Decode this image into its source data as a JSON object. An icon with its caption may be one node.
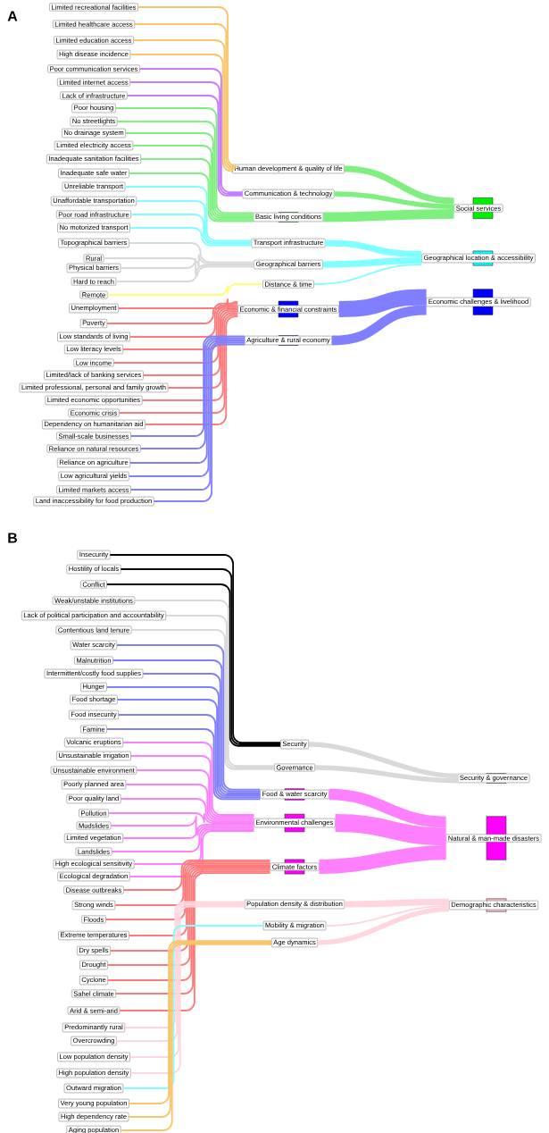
{
  "diagram": {
    "nodes": [
      {
        "text": [
          "Limited recreational facilities"
        ]
      },
      {
        "text": [
          "Limited healthcare access"
        ]
      },
      {
        "text": [
          "Limited education access"
        ]
      },
      {
        "text": [
          "High disease incidence"
        ]
      },
      {
        "text": [
          "Poor communication services"
        ]
      },
      {
        "text": [
          "Limited internet access"
        ]
      },
      {
        "text": [
          "Lack of infrastructure"
        ]
      },
      {
        "text": [
          "Poor housing"
        ]
      },
      {
        "text": [
          "No streetlights"
        ]
      },
      {
        "text": [
          "No drainage system"
        ]
      },
      {
        "text": [
          "Limited electricity access"
        ]
      },
      {
        "text": [
          "Inadequate sanitation facilities"
        ]
      },
      {
        "text": [
          "Inadequate safe water"
        ]
      },
      {
        "text": [
          "Unreliable transport"
        ]
      },
      {
        "text": [
          "Unaffordable transportation"
        ]
      },
      {
        "text": [
          "Poor road infrastructure"
        ]
      },
      {
        "text": [
          "No motorized transport"
        ]
      },
      {
        "text": [
          "Topographical barriers"
        ]
      },
      {
        "text": [
          "Rural"
        ]
      },
      {
        "text": [
          "Physical barriers"
        ]
      },
      {
        "text": [
          "Hard to reach"
        ]
      },
      {
        "text": [
          "Remote"
        ]
      },
      {
        "text": [
          "Unemployment"
        ]
      },
      {
        "text": [
          "Poverty"
        ]
      },
      {
        "text": [
          "Low standards of living"
        ]
      },
      {
        "text": [
          "Low literacy levels"
        ]
      },
      {
        "text": [
          "Low income"
        ]
      },
      {
        "text": [
          "Limited/lack of banking services"
        ]
      },
      {
        "text": [
          "Limited professional, personal and family growth"
        ]
      },
      {
        "text": [
          "Limited economic opportunities"
        ]
      },
      {
        "text": [
          "Economic crisis"
        ]
      },
      {
        "text": [
          "Dependency on humanitarian aid"
        ]
      },
      {
        "text": [
          "Small-scale businesses"
        ]
      },
      {
        "text": [
          "Reliance on natural resources"
        ]
      },
      {
        "text": [
          "Reliance on agriculture"
        ]
      },
      {
        "text": [
          "Low agricultural yields"
        ]
      },
      {
        "text": [
          "Limited markets access"
        ]
      },
      {
        "text": [
          "Land inaccessibility for food production"
        ]
      },
      {
        "text": [
          "Human development & quality of life"
        ]
      },
      {
        "text": [
          "Communication & technology"
        ]
      },
      {
        "text": [
          "Basic living conditions"
        ]
      },
      {
        "text": [
          "Transport infrastructure"
        ]
      },
      {
        "text": [
          "Geographical barriers"
        ]
      },
      {
        "text": [
          "Distance & time"
        ]
      },
      {
        "text": [
          "Economic & financial constraints"
        ]
      },
      {
        "text": [
          "Agriculture & rural economy"
        ]
      },
      {
        "text": [
          "Social services"
        ]
      },
      {
        "text": [
          "Geographical location & accessibility"
        ]
      },
      {
        "text": [
          "Economic challenges & livelihood"
        ]
      },
      {
        "text": [
          "Insecurity"
        ]
      },
      {
        "text": [
          "Hostility of locals"
        ]
      },
      {
        "text": [
          "Conflict"
        ]
      },
      {
        "text": [
          "Weak/unstable institutions"
        ]
      },
      {
        "text": [
          "Lack of political participation and accountability"
        ]
      },
      {
        "text": [
          "Contentious land tenure"
        ]
      },
      {
        "text": [
          "Water scarcity"
        ]
      },
      {
        "text": [
          "Malnutrition"
        ]
      },
      {
        "text": [
          "Intermittent/costly food supplies"
        ]
      },
      {
        "text": [
          "Hunger"
        ]
      },
      {
        "text": [
          "Food shortage"
        ]
      },
      {
        "text": [
          "Food insecurity"
        ]
      },
      {
        "text": [
          "Famine"
        ]
      },
      {
        "text": [
          "Volcanic eruptions"
        ]
      },
      {
        "text": [
          "Unsustainable irrigation"
        ]
      },
      {
        "text": [
          "Unsustainable environment"
        ]
      },
      {
        "text": [
          "Poorly planned area"
        ]
      },
      {
        "text": [
          "Poor quality land"
        ]
      },
      {
        "text": [
          "Pollution"
        ]
      },
      {
        "text": [
          "Mudslides"
        ]
      },
      {
        "text": [
          "Limited vegetation"
        ]
      },
      {
        "text": [
          "Landslides"
        ]
      },
      {
        "text": [
          "High ecological sensitivity"
        ]
      },
      {
        "text": [
          "Ecological degradation"
        ]
      },
      {
        "text": [
          "Disease outbreaks"
        ]
      },
      {
        "text": [
          "Strong winds"
        ]
      },
      {
        "text": [
          "Floods"
        ]
      },
      {
        "text": [
          "Extreme temperatures"
        ]
      },
      {
        "text": [
          "Dry spells"
        ]
      },
      {
        "text": [
          "Drought"
        ]
      },
      {
        "text": [
          "Cyclone"
        ]
      },
      {
        "text": [
          "Sahel climate"
        ]
      },
      {
        "text": [
          "Arid & semi-arid"
        ]
      },
      {
        "text": [
          "Predominantly rural"
        ]
      },
      {
        "text": [
          "Overcrowding"
        ]
      },
      {
        "text": [
          "Low population density"
        ]
      },
      {
        "text": [
          "High population density"
        ]
      },
      {
        "text": [
          "Outward migration"
        ]
      },
      {
        "text": [
          "Very young population"
        ]
      },
      {
        "text": [
          "High dependency rate"
        ]
      },
      {
        "text": [
          "Aging population"
        ]
      },
      {
        "text": [
          "Security"
        ]
      },
      {
        "text": [
          "Governance"
        ]
      },
      {
        "text": [
          "Food & water scarcity"
        ]
      },
      {
        "text": [
          "Environmental challenges"
        ]
      },
      {
        "text": [
          "Climate factors"
        ]
      },
      {
        "text": [
          "Population density & distribution"
        ]
      },
      {
        "text": [
          "Mobility & migration"
        ]
      },
      {
        "text": [
          "Age dynamics"
        ]
      },
      {
        "text": [
          "Security & governance"
        ]
      },
      {
        "text": [
          "Natural & man-made disasters"
        ]
      },
      {
        "text": [
          "Demographic characteristics"
        ]
      }
    ],
    "edges": [
      {
        "from": 0,
        "to": 38,
        "arrow": "none",
        "color": "#f9c46a"
      },
      {
        "from": 1,
        "to": 38,
        "arrow": "none",
        "color": "#f9c46a"
      },
      {
        "from": 2,
        "to": 38,
        "arrow": "none",
        "color": "#f9c46a"
      },
      {
        "from": 3,
        "to": 38,
        "arrow": "none",
        "color": "#f9c46a"
      },
      {
        "from": 4,
        "to": 39,
        "arrow": "none",
        "color": "#c77dff"
      },
      {
        "from": 5,
        "to": 39,
        "arrow": "none",
        "color": "#c77dff"
      },
      {
        "from": 6,
        "to": 39,
        "arrow": "none",
        "color": "#c77dff"
      },
      {
        "from": 7,
        "to": 40,
        "arrow": "none",
        "color": "#7fef7f"
      },
      {
        "from": 8,
        "to": 40,
        "arrow": "none",
        "color": "#7fef7f"
      },
      {
        "from": 9,
        "to": 40,
        "arrow": "none",
        "color": "#7fef7f"
      },
      {
        "from": 10,
        "to": 40,
        "arrow": "none",
        "color": "#7fef7f"
      },
      {
        "from": 11,
        "to": 40,
        "arrow": "none",
        "color": "#7fef7f"
      },
      {
        "from": 12,
        "to": 40,
        "arrow": "none",
        "color": "#7fef7f"
      },
      {
        "from": 13,
        "to": 41,
        "arrow": "none",
        "color": "#7fffff"
      },
      {
        "from": 14,
        "to": 41,
        "arrow": "none",
        "color": "#7fffff"
      },
      {
        "from": 15,
        "to": 41,
        "arrow": "none",
        "color": "#7fffff"
      },
      {
        "from": 16,
        "to": 41,
        "arrow": "none",
        "color": "#7fffff"
      },
      {
        "from": 17,
        "to": 42,
        "arrow": "none",
        "color": "#d9d9d9"
      },
      {
        "from": 18,
        "to": 42,
        "arrow": "none",
        "color": "#d9d9d9"
      },
      {
        "from": 19,
        "to": 42,
        "arrow": "none",
        "color": "#d9d9d9"
      },
      {
        "from": 20,
        "to": 42,
        "arrow": "none",
        "color": "#d9d9d9"
      },
      {
        "from": 21,
        "to": 43,
        "arrow": "none",
        "color": "#ffff77"
      },
      {
        "from": 22,
        "to": 44,
        "arrow": "none",
        "color": "#ff7a7a"
      },
      {
        "from": 23,
        "to": 44,
        "arrow": "none",
        "color": "#ff7a7a"
      },
      {
        "from": 24,
        "to": 44,
        "arrow": "none",
        "color": "#ff7a7a"
      },
      {
        "from": 25,
        "to": 44,
        "arrow": "none",
        "color": "#ff7a7a"
      },
      {
        "from": 26,
        "to": 44,
        "arrow": "none",
        "color": "#ff7a7a"
      },
      {
        "from": 27,
        "to": 44,
        "arrow": "none",
        "color": "#ff7a7a"
      },
      {
        "from": 28,
        "to": 44,
        "arrow": "none",
        "color": "#ff7a7a"
      },
      {
        "from": 29,
        "to": 44,
        "arrow": "none",
        "color": "#ff7a7a"
      },
      {
        "from": 30,
        "to": 44,
        "arrow": "none",
        "color": "#ff7a7a"
      },
      {
        "from": 31,
        "to": 44,
        "arrow": "none",
        "color": "#ff7a7a"
      },
      {
        "from": 32,
        "to": 45,
        "arrow": "none",
        "color": "#7f7fff"
      },
      {
        "from": 33,
        "to": 45,
        "arrow": "none",
        "color": "#7f7fff"
      },
      {
        "from": 34,
        "to": 45,
        "arrow": "none",
        "color": "#7f7fff"
      },
      {
        "from": 35,
        "to": 45,
        "arrow": "none",
        "color": "#7f7fff"
      },
      {
        "from": 36,
        "to": 45,
        "arrow": "none",
        "color": "#7f7fff"
      },
      {
        "from": 37,
        "to": 45,
        "arrow": "none",
        "color": "#7f7fff"
      },
      {
        "from": 38,
        "to": 46,
        "arrow": "none",
        "style": "thick",
        "color": "#7fef7f"
      },
      {
        "from": 39,
        "to": 46,
        "arrow": "none",
        "style": "thick",
        "color": "#7fef7f"
      },
      {
        "from": 40,
        "to": 46,
        "arrow": "none",
        "style": "thick",
        "color": "#7fef7f"
      },
      {
        "from": 41,
        "to": 47,
        "arrow": "none",
        "style": "thick",
        "color": "#7fffff"
      },
      {
        "from": 42,
        "to": 47,
        "arrow": "none",
        "style": "thick",
        "color": "#7fffff"
      },
      {
        "from": 43,
        "to": 47,
        "arrow": "none",
        "color": "#7fffff"
      },
      {
        "from": 44,
        "to": 48,
        "arrow": "none",
        "style": "thick",
        "color": "#7f7fff"
      },
      {
        "from": 45,
        "to": 48,
        "arrow": "none",
        "style": "thick",
        "color": "#7f7fff"
      },
      {
        "from": 49,
        "to": 90,
        "arrow": "none",
        "color": "#000000"
      },
      {
        "from": 50,
        "to": 90,
        "arrow": "none",
        "color": "#000000"
      },
      {
        "from": 51,
        "to": 90,
        "arrow": "none",
        "color": "#000000"
      },
      {
        "from": 52,
        "to": 91,
        "arrow": "none",
        "color": "#d9d9d9"
      },
      {
        "from": 53,
        "to": 91,
        "arrow": "none",
        "color": "#d9d9d9"
      },
      {
        "from": 54,
        "to": 91,
        "arrow": "none",
        "color": "#d9d9d9"
      },
      {
        "from": 55,
        "to": 92,
        "arrow": "none",
        "color": "#7f7fff"
      },
      {
        "from": 56,
        "to": 92,
        "arrow": "none",
        "color": "#7f7fff"
      },
      {
        "from": 57,
        "to": 92,
        "arrow": "none",
        "color": "#7f7fff"
      },
      {
        "from": 58,
        "to": 92,
        "arrow": "none",
        "color": "#7f7fff"
      },
      {
        "from": 59,
        "to": 92,
        "arrow": "none",
        "color": "#7f7fff"
      },
      {
        "from": 60,
        "to": 92,
        "arrow": "none",
        "color": "#7f7fff"
      },
      {
        "from": 61,
        "to": 92,
        "arrow": "none",
        "color": "#7f7fff"
      },
      {
        "from": 62,
        "to": 93,
        "arrow": "none",
        "color": "#ff80ff"
      },
      {
        "from": 63,
        "to": 93,
        "arrow": "none",
        "color": "#ff80ff"
      },
      {
        "from": 64,
        "to": 93,
        "arrow": "none",
        "color": "#ff80ff"
      },
      {
        "from": 65,
        "to": 93,
        "arrow": "none",
        "color": "#ff80ff"
      },
      {
        "from": 66,
        "to": 93,
        "arrow": "none",
        "color": "#ff80ff"
      },
      {
        "from": 67,
        "to": 93,
        "arrow": "none",
        "color": "#ff80ff"
      },
      {
        "from": 68,
        "to": 93,
        "arrow": "none",
        "color": "#ff80ff"
      },
      {
        "from": 69,
        "to": 93,
        "arrow": "none",
        "color": "#ff80ff"
      },
      {
        "from": 70,
        "to": 93,
        "arrow": "none",
        "color": "#ff80ff"
      },
      {
        "from": 71,
        "to": 93,
        "arrow": "none",
        "color": "#ff80ff"
      },
      {
        "from": 72,
        "to": 93,
        "arrow": "none",
        "color": "#ff80ff"
      },
      {
        "from": 73,
        "to": 94,
        "arrow": "none",
        "color": "#ff7a7a"
      },
      {
        "from": 74,
        "to": 94,
        "arrow": "none",
        "color": "#ff7a7a"
      },
      {
        "from": 75,
        "to": 94,
        "arrow": "none",
        "color": "#ff7a7a"
      },
      {
        "from": 76,
        "to": 94,
        "arrow": "none",
        "color": "#ff7a7a"
      },
      {
        "from": 77,
        "to": 94,
        "arrow": "none",
        "color": "#ff7a7a"
      },
      {
        "from": 78,
        "to": 94,
        "arrow": "none",
        "color": "#ff7a7a"
      },
      {
        "from": 79,
        "to": 94,
        "arrow": "none",
        "color": "#ff7a7a"
      },
      {
        "from": 80,
        "to": 94,
        "arrow": "none",
        "color": "#ff7a7a"
      },
      {
        "from": 81,
        "to": 94,
        "arrow": "none",
        "color": "#ff7a7a"
      },
      {
        "from": 82,
        "to": 95,
        "arrow": "none",
        "color": "#ffd6de"
      },
      {
        "from": 83,
        "to": 95,
        "arrow": "none",
        "color": "#ffd6de"
      },
      {
        "from": 84,
        "to": 95,
        "arrow": "none",
        "color": "#ffd6de"
      },
      {
        "from": 85,
        "to": 95,
        "arrow": "none",
        "color": "#ffd6de"
      },
      {
        "from": 86,
        "to": 96,
        "arrow": "none",
        "color": "#7fffff"
      },
      {
        "from": 87,
        "to": 97,
        "arrow": "none",
        "color": "#f9c46a"
      },
      {
        "from": 88,
        "to": 97,
        "arrow": "none",
        "color": "#f9c46a"
      },
      {
        "from": 89,
        "to": 97,
        "arrow": "none",
        "color": "#f9c46a"
      },
      {
        "from": 90,
        "to": 98,
        "arrow": "none",
        "style": "thick",
        "color": "#d9d9d9"
      },
      {
        "from": 91,
        "to": 98,
        "arrow": "none",
        "style": "thick",
        "color": "#d9d9d9"
      },
      {
        "from": 92,
        "to": 99,
        "arrow": "none",
        "style": "thick",
        "color": "#ff80ff"
      },
      {
        "from": 93,
        "to": 99,
        "arrow": "none",
        "style": "thick",
        "color": "#ff80ff"
      },
      {
        "from": 94,
        "to": 99,
        "arrow": "none",
        "style": "thick",
        "color": "#ff80ff"
      },
      {
        "from": 95,
        "to": 100,
        "arrow": "none",
        "style": "thick",
        "color": "#ffd6de"
      },
      {
        "from": 96,
        "to": 100,
        "arrow": "none",
        "color": "#ffd6de"
      },
      {
        "from": 97,
        "to": 100,
        "arrow": "none",
        "style": "thick",
        "color": "#ffd6de"
      }
    ],
    "labels": [
      "A",
      "B"
    ]
  }
}
